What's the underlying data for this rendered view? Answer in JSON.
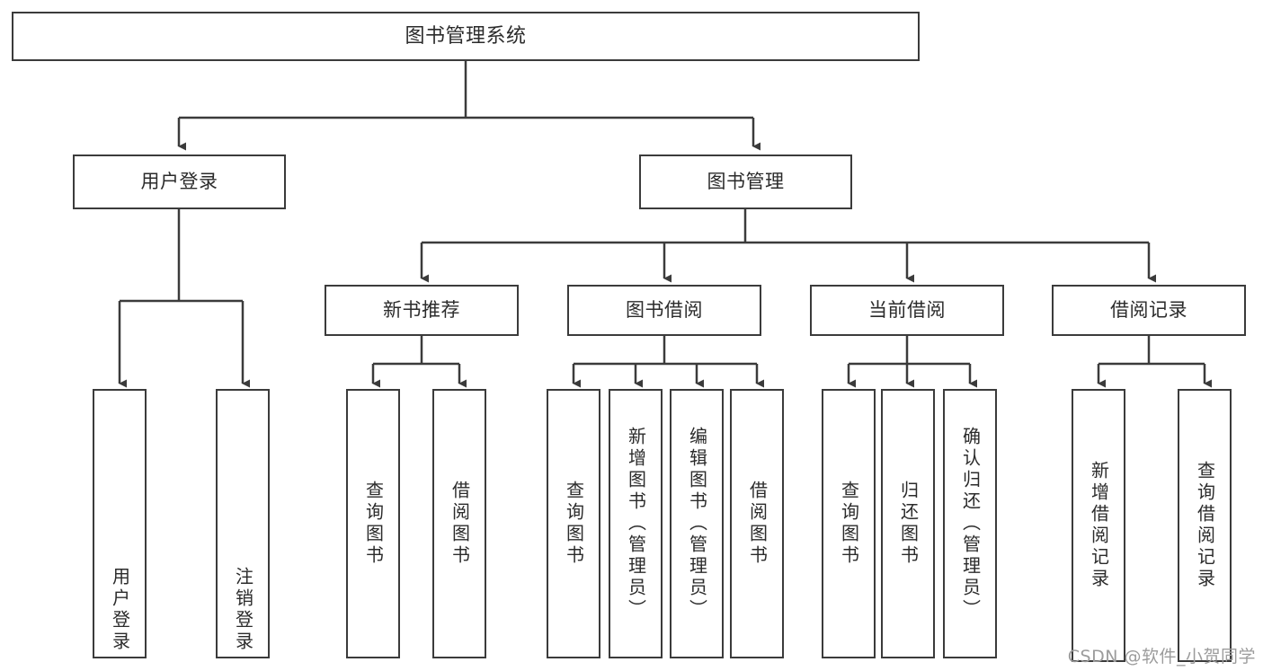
{
  "diagram": {
    "type": "tree-hierarchy",
    "title": "图书管理系统",
    "orientation": "top-down",
    "colors": {
      "stroke": "#3b3b3b",
      "fill": "#ffffff",
      "text": "#2b2b2b",
      "watermark": "#9c9c9c"
    },
    "nodes": {
      "root": {
        "label": "图书管理系统"
      },
      "level1": [
        {
          "id": "user-login",
          "label": "用户登录"
        },
        {
          "id": "book-manage",
          "label": "图书管理"
        }
      ],
      "level2": [
        {
          "id": "new-book-recommend",
          "label": "新书推荐",
          "parent": "book-manage"
        },
        {
          "id": "book-borrow",
          "label": "图书借阅",
          "parent": "book-manage"
        },
        {
          "id": "current-borrow",
          "label": "当前借阅",
          "parent": "book-manage"
        },
        {
          "id": "borrow-record",
          "label": "借阅记录",
          "parent": "book-manage"
        }
      ],
      "leaves": [
        {
          "id": "leaf-user-login",
          "label": "用户登录",
          "parent": "user-login"
        },
        {
          "id": "leaf-logout",
          "label": "注销登录",
          "parent": "user-login"
        },
        {
          "id": "leaf-query-book-1",
          "label": "查询图书",
          "parent": "new-book-recommend"
        },
        {
          "id": "leaf-borrow-book-1",
          "label": "借阅图书",
          "parent": "new-book-recommend"
        },
        {
          "id": "leaf-query-book-2",
          "label": "查询图书",
          "parent": "book-borrow"
        },
        {
          "id": "leaf-add-book",
          "label": "新增图书（管理员）",
          "parent": "book-borrow"
        },
        {
          "id": "leaf-edit-book",
          "label": "编辑图书（管理员）",
          "parent": "book-borrow"
        },
        {
          "id": "leaf-borrow-book-2",
          "label": "借阅图书",
          "parent": "book-borrow"
        },
        {
          "id": "leaf-query-book-3",
          "label": "查询图书",
          "parent": "current-borrow"
        },
        {
          "id": "leaf-return-book",
          "label": "归还图书",
          "parent": "current-borrow"
        },
        {
          "id": "leaf-confirm-return",
          "label": "确认归还（管理员）",
          "parent": "current-borrow"
        },
        {
          "id": "leaf-add-record",
          "label": "新增借阅记录",
          "parent": "borrow-record"
        },
        {
          "id": "leaf-query-record",
          "label": "查询借阅记录",
          "parent": "borrow-record"
        }
      ]
    }
  },
  "watermark": {
    "text": "CSDN @软件_小贺同学"
  }
}
